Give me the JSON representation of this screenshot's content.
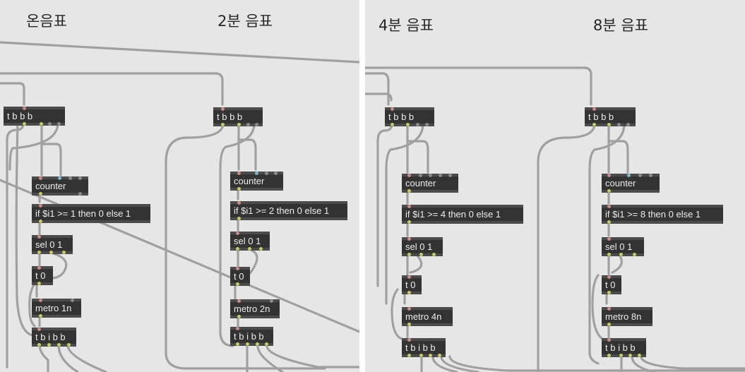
{
  "left": {
    "titles": [
      "온음표",
      "2분 음표"
    ],
    "columns": [
      {
        "tbbb": "t b b b",
        "counter": "counter",
        "ifexpr": "if $i1 >= 1 then 0 else 1",
        "sel": "sel 0 1",
        "t0": "t 0",
        "metro": "metro 1n",
        "tbibb": "t b i b b"
      },
      {
        "tbbb": "t b b b",
        "counter": "counter",
        "ifexpr": "if $i1 >= 2 then 0 else 1",
        "sel": "sel 0 1",
        "t0": "t 0",
        "metro": "metro 2n",
        "tbibb": "t b i b b"
      }
    ]
  },
  "right": {
    "titles": [
      "4분 음표",
      "8분 음표"
    ],
    "columns": [
      {
        "tbbb": "t b b b",
        "counter": "counter",
        "ifexpr": "if $i1 >= 4 then 0 else 1",
        "sel": "sel 0 1",
        "t0": "t 0",
        "metro": "metro 4n",
        "tbibb": "t b i b b"
      },
      {
        "tbbb": "t b b b",
        "counter": "counter",
        "ifexpr": "if $i1 >= 8 then 0 else 1",
        "sel": "sel 0 1",
        "t0": "t 0",
        "metro": "metro 8n",
        "tbibb": "t b i b b"
      }
    ]
  },
  "colors": {
    "canvas": "#e6e6e6",
    "box": "#333333",
    "box_border": "#4b4b4b",
    "patchcord": "#a0a0a0",
    "inlet": "#c98a8a",
    "outlet": "#c9c96a"
  }
}
